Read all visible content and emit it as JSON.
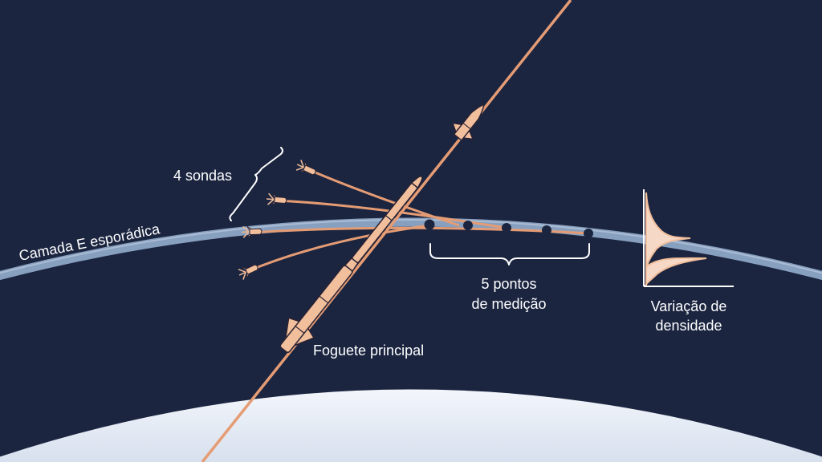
{
  "labels": {
    "layer": "Camada E esporádica",
    "probes": "4 sondas",
    "points_line1": "5 pontos",
    "points_line2": "de medição",
    "rocket": "Foguete principal",
    "density_line1": "Variação de",
    "density_line2": "densidade"
  },
  "counts": {
    "probes": 4,
    "measurement_points": 5
  },
  "colors": {
    "background": "#1b2540",
    "rocket": "#f2bf9c",
    "outline": "#2a2233",
    "trajectory": "#e59c74",
    "layer_band": "#8ea6c6",
    "earth": "#e6ecf6",
    "text": "#ffffff"
  }
}
